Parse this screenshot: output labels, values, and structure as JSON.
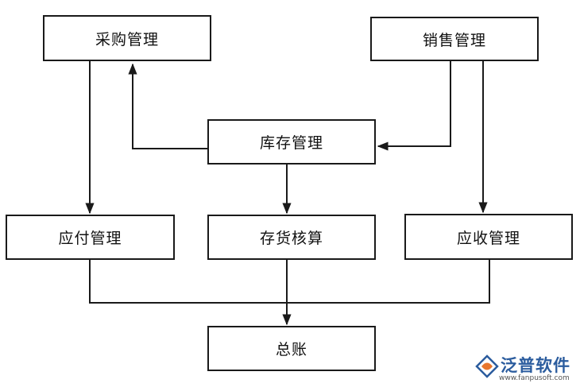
{
  "diagram": {
    "nodes": {
      "purchase": "采购管理",
      "sales": "销售管理",
      "inventory": "库存管理",
      "payable": "应付管理",
      "costing": "存货核算",
      "receivable": "应收管理",
      "ledger": "总账"
    }
  },
  "watermark": {
    "brand": "泛普软件",
    "url": "www.fanpusoft.com",
    "logo_icon": "diamond-swirl-icon",
    "colors": {
      "blue": "#2b5c9e",
      "orange": "#e8762d"
    }
  }
}
